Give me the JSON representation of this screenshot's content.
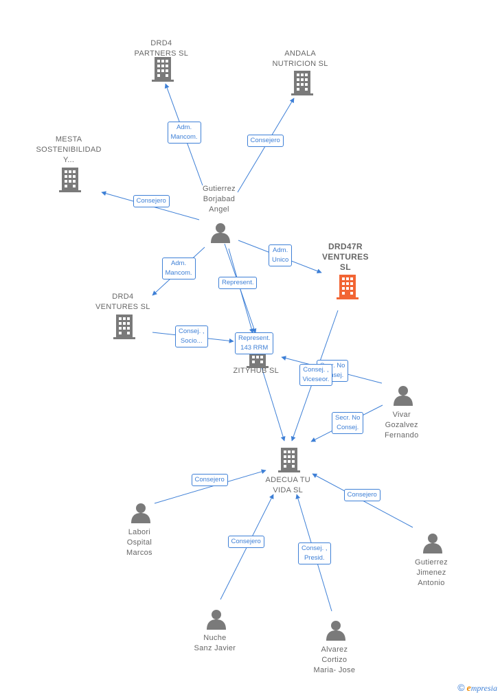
{
  "colors": {
    "edge": "#3d7fd6",
    "node": "#7a7a7a",
    "focus": "#f26534",
    "label": "#666666"
  },
  "nodes": [
    {
      "id": "drd4partners",
      "type": "company",
      "lines": [
        "DRD4",
        "PARTNERS  SL"
      ]
    },
    {
      "id": "andala",
      "type": "company",
      "lines": [
        "ANDALA",
        "NUTRICION  SL"
      ]
    },
    {
      "id": "mesta",
      "type": "company",
      "lines": [
        "MESTA",
        "SOSTENIBILIDAD",
        "Y..."
      ]
    },
    {
      "id": "gutierrez_bor",
      "type": "person",
      "lines": [
        "Gutierrez",
        "Borjabad",
        "Angel"
      ]
    },
    {
      "id": "drd47r",
      "type": "company",
      "focus": true,
      "lines": [
        "DRD47R",
        "VENTURES",
        "SL"
      ]
    },
    {
      "id": "drd4ventures",
      "type": "company",
      "lines": [
        "DRD4",
        "VENTURES  SL"
      ]
    },
    {
      "id": "zityhub",
      "type": "company",
      "lines": [
        "ZITYHUB  SL"
      ]
    },
    {
      "id": "vivar",
      "type": "person",
      "lines": [
        "Vivar",
        "Gozalvez",
        "Fernando"
      ]
    },
    {
      "id": "adecua",
      "type": "company",
      "lines": [
        "ADECUA TU",
        "VIDA  SL"
      ]
    },
    {
      "id": "labori",
      "type": "person",
      "lines": [
        "Labori",
        "Ospital",
        "Marcos"
      ]
    },
    {
      "id": "gutierrez_jim",
      "type": "person",
      "lines": [
        "Gutierrez",
        "Jimenez",
        "Antonio"
      ]
    },
    {
      "id": "nuche",
      "type": "person",
      "lines": [
        "Nuche",
        "Sanz Javier"
      ]
    },
    {
      "id": "alvarez",
      "type": "person",
      "lines": [
        "Alvarez",
        "Cortizo",
        "Maria- Jose"
      ]
    }
  ],
  "edges": [
    {
      "from": "gutierrez_bor",
      "to": "drd4partners",
      "lines": [
        "Adm.",
        "Mancom."
      ]
    },
    {
      "from": "gutierrez_bor",
      "to": "andala",
      "lines": [
        "Consejero"
      ]
    },
    {
      "from": "gutierrez_bor",
      "to": "mesta",
      "lines": [
        "Consejero"
      ]
    },
    {
      "from": "gutierrez_bor",
      "to": "drd47r",
      "lines": [
        "Adm.",
        "Unico"
      ]
    },
    {
      "from": "gutierrez_bor",
      "to": "drd4ventures",
      "lines": [
        "Adm.",
        "Mancom."
      ]
    },
    {
      "from": "gutierrez_bor",
      "to": "zityhub",
      "lines": [
        "Represent."
      ]
    },
    {
      "from": "gutierrez_bor",
      "to": "zityhub_b",
      "lines": []
    },
    {
      "from": "drd4ventures",
      "to": "zityhub",
      "lines": [
        "Consej. ,",
        "Socio..."
      ]
    },
    {
      "from": "zityhub_rep",
      "to": "zityhub",
      "lines": [
        "Represent.",
        "143 RRM"
      ]
    },
    {
      "from": "vivar",
      "to": "zityhub",
      "lines": [
        "Secr.  No",
        "Consej."
      ]
    },
    {
      "from": "drd47r",
      "to": "adecua",
      "lines": [
        "Consej. ,",
        "Viceseor."
      ]
    },
    {
      "from": "vivar",
      "to": "adecua",
      "lines": [
        "Secr.  No",
        "Consej."
      ]
    },
    {
      "from": "zityhub",
      "to": "adecua",
      "lines": []
    },
    {
      "from": "labori",
      "to": "adecua",
      "lines": [
        "Consejero"
      ]
    },
    {
      "from": "gutierrez_jim",
      "to": "adecua",
      "lines": [
        "Consejero"
      ]
    },
    {
      "from": "nuche",
      "to": "adecua",
      "lines": [
        "Consejero"
      ]
    },
    {
      "from": "alvarez",
      "to": "adecua",
      "lines": [
        "Consej. ,",
        "Presid."
      ]
    }
  ],
  "watermark": {
    "symbol": "©",
    "brand_initial": "e",
    "brand_rest": "mpresia"
  }
}
